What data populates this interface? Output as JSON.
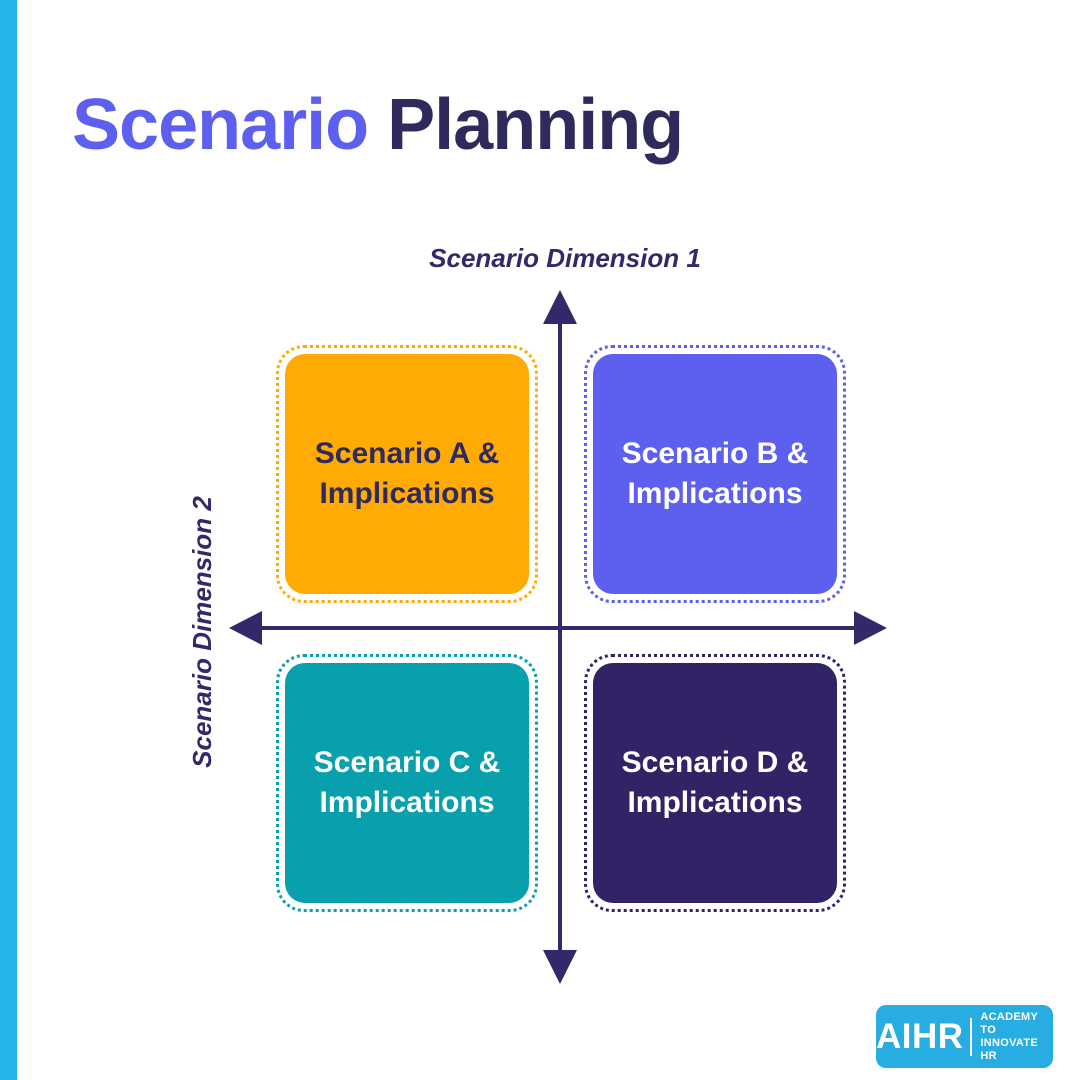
{
  "title": {
    "highlight": "Scenario",
    "rest": "Planning"
  },
  "axes": {
    "dimension1_label": "Scenario Dimension 1",
    "dimension2_label": "Scenario Dimension 2"
  },
  "quadrants": [
    {
      "name": "A",
      "line1": "Scenario A &",
      "line2": "Implications",
      "fill": "#FFAB03",
      "text_color": "#2F2A5C"
    },
    {
      "name": "B",
      "line1": "Scenario B &",
      "line2": "Implications",
      "fill": "#5D5FEF",
      "text_color": "#FFFFFF"
    },
    {
      "name": "C",
      "line1": "Scenario C &",
      "line2": "Implications",
      "fill": "#07A0AC",
      "text_color": "#FFFFFF"
    },
    {
      "name": "D",
      "line1": "Scenario D &",
      "line2": "Implications",
      "fill": "#322366",
      "text_color": "#FFFFFF"
    }
  ],
  "logo": {
    "brand": "AIHR",
    "tagline_line1": "ACADEMY TO",
    "tagline_line2": "INNOVATE HR",
    "background": "#28ADE3"
  },
  "colors": {
    "background": "#FFFFFF",
    "side_stripe": "#22B4EA",
    "title_highlight": "#5D5FEF",
    "title_rest": "#2F2A5C",
    "axis": "#32296B"
  }
}
